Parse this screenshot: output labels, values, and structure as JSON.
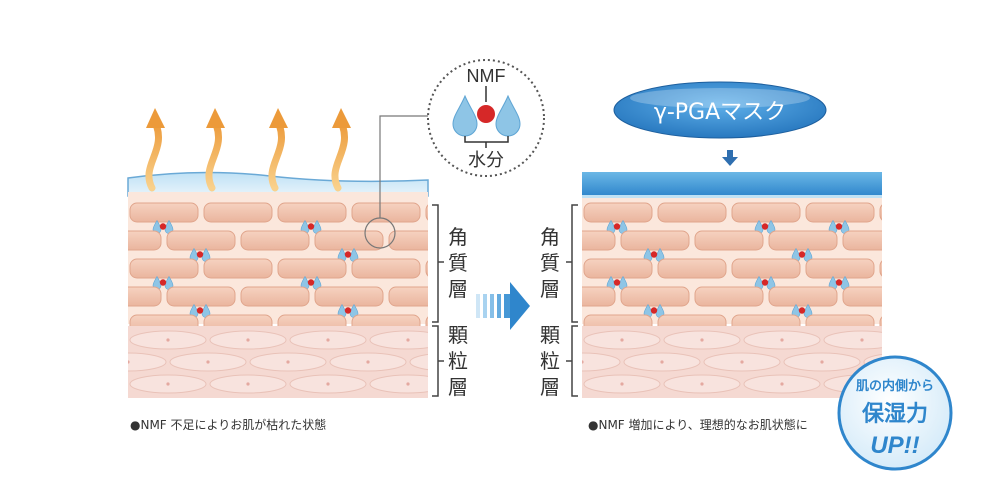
{
  "callout": {
    "nmf_label": "NMF",
    "water_label": "水分"
  },
  "mask": {
    "label": "γ-PGAマスク"
  },
  "left": {
    "layer_top": "角質層",
    "layer_bottom": "顆粒層",
    "caption": "●NMF 不足によりお肌が枯れた状態"
  },
  "right": {
    "layer_top": "角質層",
    "layer_bottom": "顆粒層",
    "caption": "●NMF 増加により、理想的なお肌状態に"
  },
  "badge": {
    "line1": "肌の内側から",
    "line2": "保湿力",
    "line3": "UP!!"
  },
  "colors": {
    "cell_fill": "#f2c4b0",
    "cell_stroke": "#e0a58c",
    "nmf_red": "#d62828",
    "water_blue": "#8ec5e6",
    "mask_blue": "#2f86cc",
    "arrow_orange": "#f0a94b"
  }
}
